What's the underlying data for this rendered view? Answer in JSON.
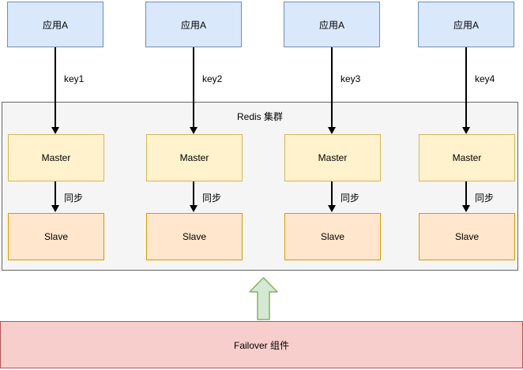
{
  "diagram": {
    "cluster_label": "Redis 集群",
    "failover_label": "Failover 组件",
    "columns": [
      {
        "app": "应用A",
        "key": "key1",
        "master": "Master",
        "sync": "同步",
        "slave": "Slave"
      },
      {
        "app": "应用A",
        "key": "key2",
        "master": "Master",
        "sync": "同步",
        "slave": "Slave"
      },
      {
        "app": "应用A",
        "key": "key3",
        "master": "Master",
        "sync": "同步",
        "slave": "Slave"
      },
      {
        "app": "应用A",
        "key": "key4",
        "master": "Master",
        "sync": "同步",
        "slave": "Slave"
      }
    ],
    "colors": {
      "app_fill": "#dae8fc",
      "app_border": "#6c8ebf",
      "master_fill": "#fff2cc",
      "master_border": "#d6b656",
      "slave_fill": "#ffe6cc",
      "slave_border": "#d79b00",
      "cluster_fill": "#f5f5f5",
      "cluster_border": "#666666",
      "failover_fill": "#f8cecc",
      "failover_border": "#b85450",
      "up_arrow_fill": "#d5e8d4",
      "up_arrow_border": "#82b366",
      "edge_color": "#000000"
    }
  }
}
